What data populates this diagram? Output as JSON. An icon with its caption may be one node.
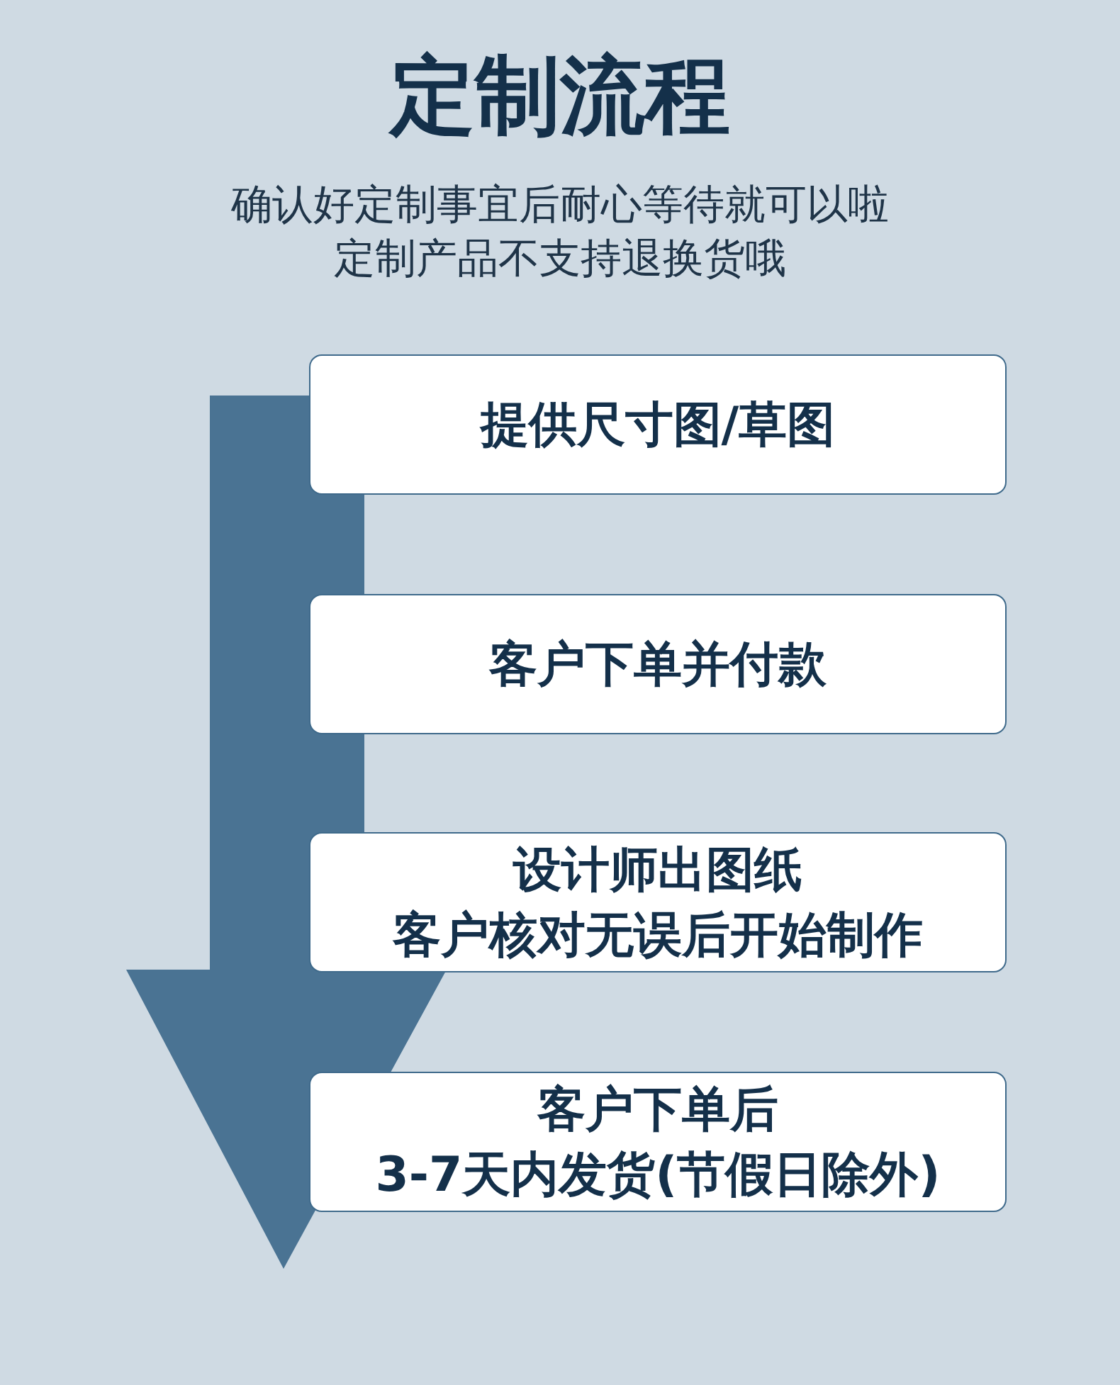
{
  "diagram": {
    "title": "定制流程",
    "nodes": [
      {
        "text": [
          "提供尺寸图/草图"
        ]
      },
      {
        "text": [
          "客户下单并付款"
        ]
      },
      {
        "text": [
          "设计师出图纸",
          "客户核对无误后开始制作"
        ]
      },
      {
        "text": [
          "客户下单后",
          "3-7天内发货(节假日除外)"
        ]
      }
    ],
    "labels": [
      "确认好定制事宜后耐心等待就可以啦",
      "定制产品不支持退换货哦"
    ]
  }
}
